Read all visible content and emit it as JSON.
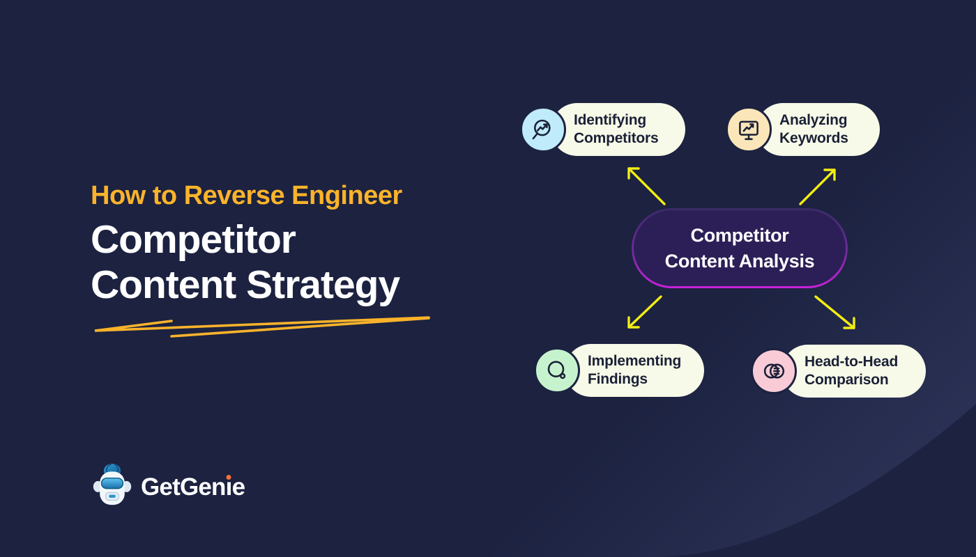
{
  "page": {
    "background_color": "#1c2240",
    "accent_amber": "#fbb32a",
    "arrow_yellow": "#f2ed14",
    "pill_cream": "#f7fae8",
    "pill_text_navy": "#1a2036",
    "center_fill": "#2c1f57",
    "center_border_magenta": "#cb21dc"
  },
  "title": {
    "kicker": "How to Reverse Engineer",
    "line1": "Competitor",
    "line2": "Content Strategy"
  },
  "diagram": {
    "center": {
      "label_line1": "Competitor",
      "label_line2": "Content Analysis"
    },
    "nodes": [
      {
        "id": "identifying-competitors",
        "label_line1": "Identifying",
        "label_line2": "Competitors",
        "icon": "search-trend-icon",
        "icon_bg": "#bfebfb"
      },
      {
        "id": "analyzing-keywords",
        "label_line1": "Analyzing",
        "label_line2": "Keywords",
        "icon": "presentation-chart-icon",
        "icon_bg": "#fae6b8"
      },
      {
        "id": "implementing-findings",
        "label_line1": "Implementing",
        "label_line2": "Findings",
        "icon": "lens-icon",
        "icon_bg": "#c6f3ce"
      },
      {
        "id": "head-to-head-comparison",
        "label_line1": "Head-to-Head",
        "label_line2": "Comparison",
        "icon": "venn-icon",
        "icon_bg": "#f8cbd6"
      }
    ]
  },
  "brand": {
    "name": "GetGenie",
    "name_before_i": "GetGen",
    "name_i": "ı",
    "name_after_i": "e",
    "i_dot_color": "#f9703b"
  }
}
